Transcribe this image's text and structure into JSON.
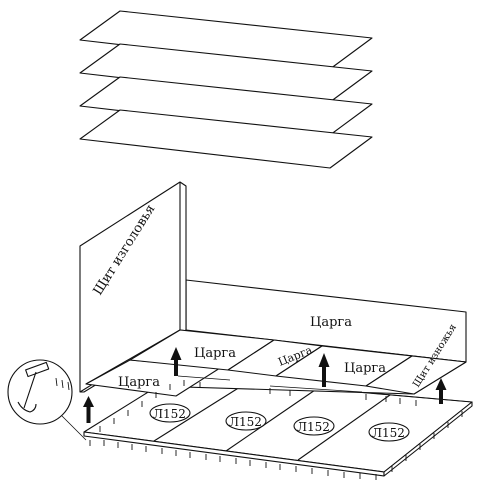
{
  "panels": {
    "headboard_label": "Щит изголовья",
    "footboard_label": "Щит изножья",
    "rail_label": "Царга"
  },
  "slats": {
    "part_code": "Л152",
    "count": 4
  },
  "stacked_sheets": {
    "count": 4
  },
  "icons": [
    "hammer-icon",
    "nail-icon",
    "up-arrow-icon"
  ]
}
